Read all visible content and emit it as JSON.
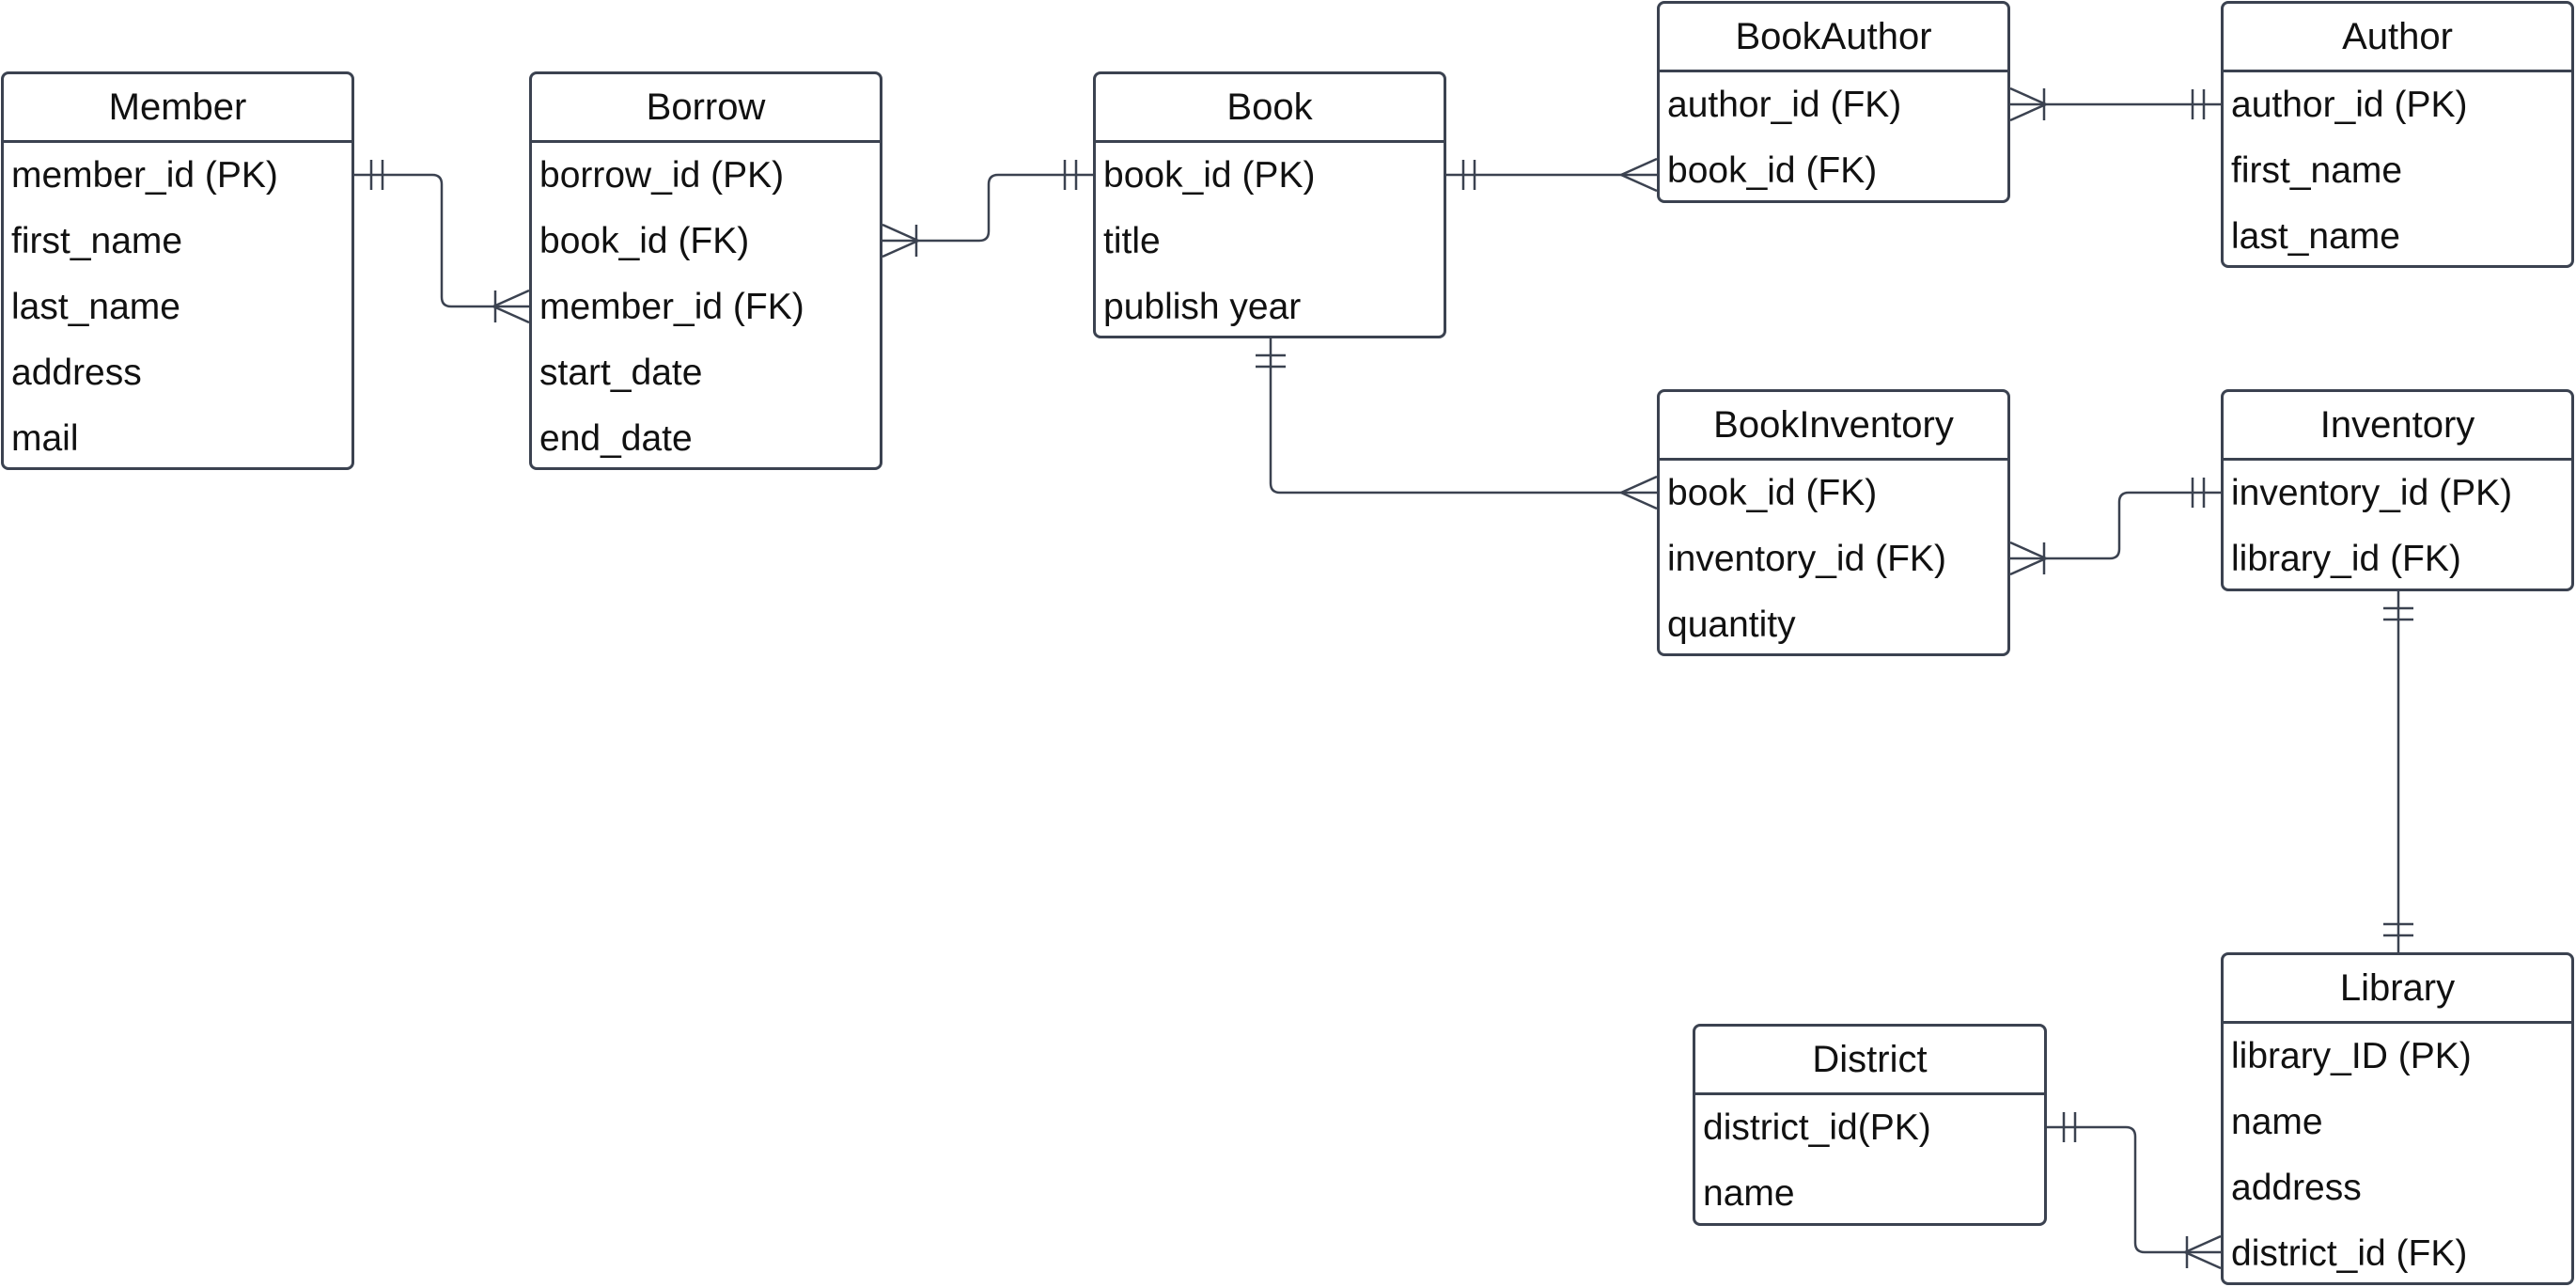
{
  "colors": {
    "line": "#3b4250",
    "background": "#ffffff",
    "text": "#111111"
  },
  "entities": {
    "member": {
      "name": "Member",
      "fields": [
        "member_id (PK)",
        "first_name",
        "last_name",
        "address",
        "mail"
      ]
    },
    "borrow": {
      "name": "Borrow",
      "fields": [
        "borrow_id (PK)",
        "book_id (FK)",
        "member_id (FK)",
        "start_date",
        "end_date"
      ]
    },
    "book": {
      "name": "Book",
      "fields": [
        "book_id (PK)",
        "title",
        "publish year"
      ]
    },
    "bookauthor": {
      "name": "BookAuthor",
      "fields": [
        "author_id (FK)",
        "book_id (FK)"
      ]
    },
    "author": {
      "name": "Author",
      "fields": [
        "author_id (PK)",
        "first_name",
        "last_name"
      ]
    },
    "bookinventory": {
      "name": "BookInventory",
      "fields": [
        "book_id (FK)",
        "inventory_id (FK)",
        "quantity"
      ]
    },
    "inventory": {
      "name": "Inventory",
      "fields": [
        "inventory_id (PK)",
        "library_id (FK)"
      ]
    },
    "library": {
      "name": "Library",
      "fields": [
        "library_ID (PK)",
        "name",
        "address",
        "district_id (FK)"
      ]
    },
    "district": {
      "name": "District",
      "fields": [
        "district_id(PK)",
        "name"
      ]
    }
  },
  "relationships": [
    {
      "from": "member",
      "to": "borrow",
      "from_cardinality": "one-and-only-one",
      "to_cardinality": "one-or-many"
    },
    {
      "from": "book",
      "to": "borrow",
      "from_cardinality": "one-and-only-one",
      "to_cardinality": "one-or-many"
    },
    {
      "from": "book",
      "to": "bookauthor",
      "from_cardinality": "one-and-only-one",
      "to_cardinality": "many"
    },
    {
      "from": "author",
      "to": "bookauthor",
      "from_cardinality": "one-and-only-one",
      "to_cardinality": "one-or-many"
    },
    {
      "from": "book",
      "to": "bookinventory",
      "from_cardinality": "one-and-only-one",
      "to_cardinality": "many"
    },
    {
      "from": "inventory",
      "to": "bookinventory",
      "from_cardinality": "one-and-only-one",
      "to_cardinality": "one-or-many"
    },
    {
      "from": "library",
      "to": "inventory",
      "from_cardinality": "one-and-only-one",
      "to_cardinality": "one-and-only-one"
    },
    {
      "from": "district",
      "to": "library",
      "from_cardinality": "one-and-only-one",
      "to_cardinality": "one-or-many"
    }
  ]
}
